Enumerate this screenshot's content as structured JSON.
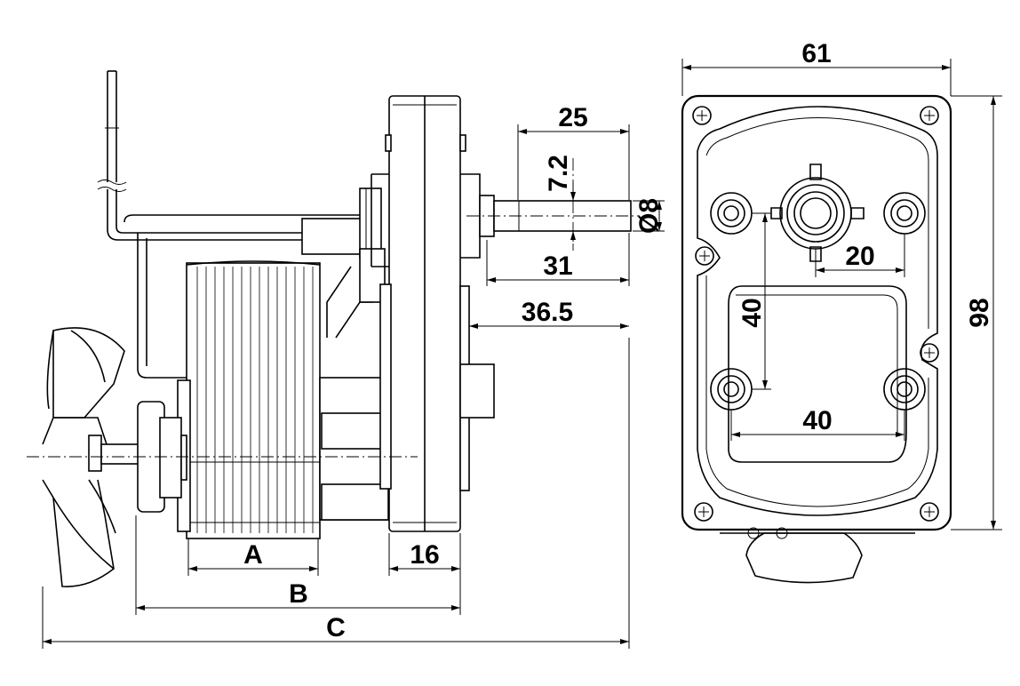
{
  "side_view": {
    "dim_shaft_extension": "25",
    "dim_flat_depth": "7.2",
    "dim_shaft_diameter": "Ø8",
    "dim_shaft_length": "31",
    "dim_gearbox_to_shaft_end": "36.5",
    "dim_gearbox_thickness": "16",
    "dim_a": "A",
    "dim_b": "B",
    "dim_c": "C"
  },
  "front_view": {
    "dim_width": "61",
    "dim_height": "98",
    "dim_hole_spacing_vertical": "40",
    "dim_hole_spacing_horizontal": "40",
    "dim_shaft_offset": "20"
  }
}
